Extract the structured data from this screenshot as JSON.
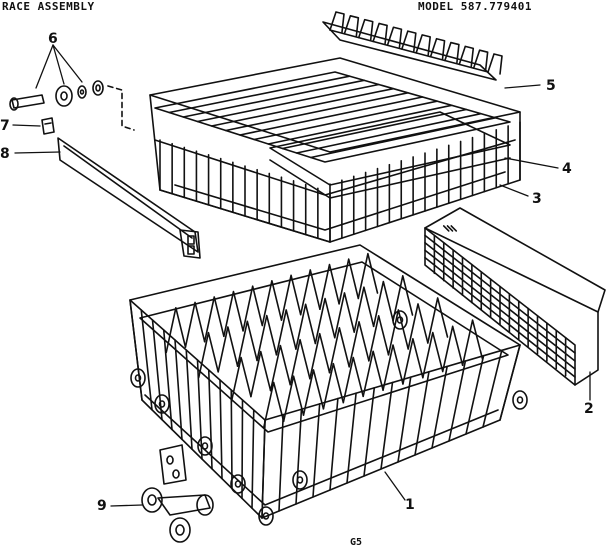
{
  "header": {
    "title": "RACE ASSEMBLY",
    "model": "MODEL 587.779401"
  },
  "footer": {
    "page_code": "G5"
  },
  "callouts": [
    {
      "id": "1",
      "label": "1"
    },
    {
      "id": "2",
      "label": "2"
    },
    {
      "id": "3",
      "label": "3"
    },
    {
      "id": "4",
      "label": "4"
    },
    {
      "id": "5",
      "label": "5"
    },
    {
      "id": "6",
      "label": "6"
    },
    {
      "id": "7",
      "label": "7"
    },
    {
      "id": "8",
      "label": "8"
    },
    {
      "id": "9",
      "label": "9"
    }
  ],
  "colors": {
    "ink": "#111111",
    "paper": "#ffffff"
  }
}
